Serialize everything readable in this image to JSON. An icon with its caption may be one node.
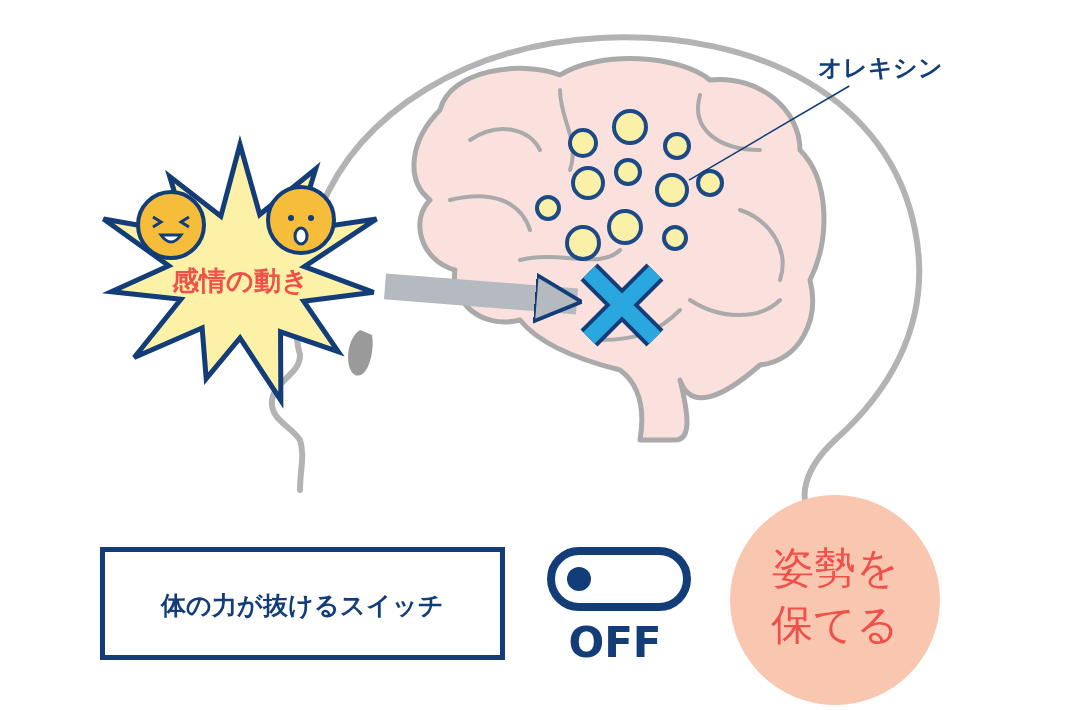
{
  "diagram": {
    "nodes": [
      {
        "text": [
          "感情の動き"
        ]
      },
      {
        "text": [],
        "shape": "cross"
      },
      {
        "text": [
          "オレキシン"
        ]
      },
      {
        "text": [],
        "shape": "circle"
      },
      {
        "text": [
          "体の力が抜けるスイッチ"
        ]
      },
      {
        "text": [
          "姿勢を保てる"
        ]
      }
    ],
    "edges": [
      {
        "from": 0,
        "to": 1,
        "arrow": "to",
        "style": "thick"
      },
      {
        "from": 2,
        "to": 3,
        "arrow": "none",
        "color": "#123d78"
      }
    ],
    "labels": [
      "OFF"
    ]
  }
}
